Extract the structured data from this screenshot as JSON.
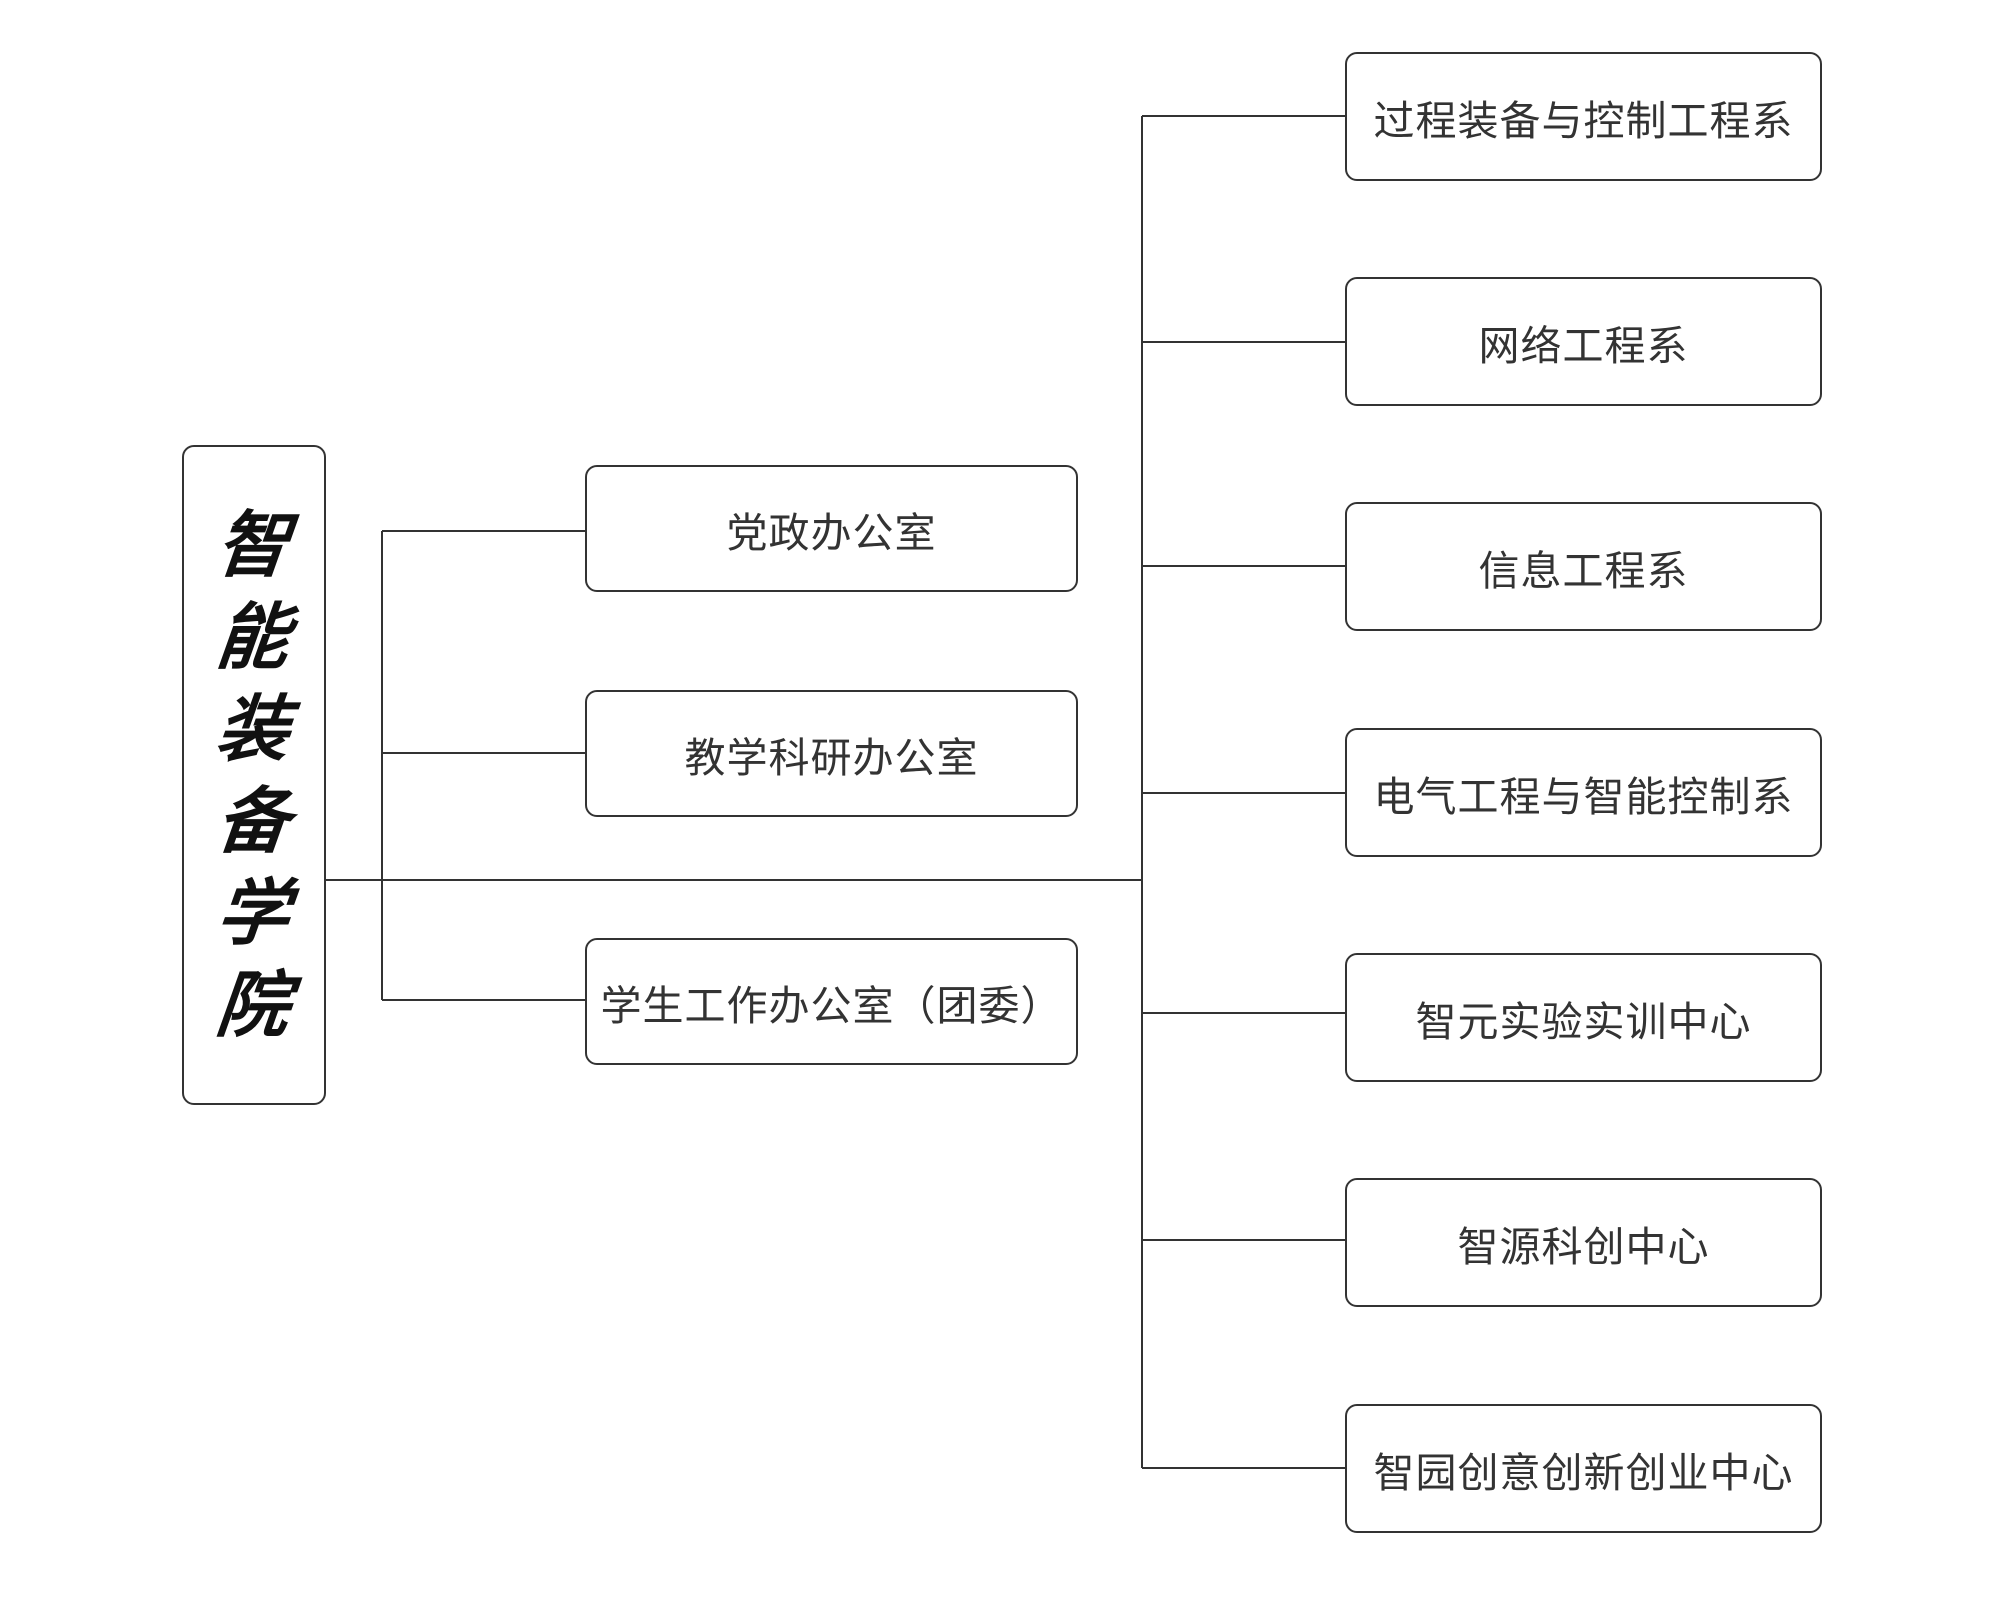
{
  "root": {
    "label": "智能装备学院",
    "chars": [
      "智",
      "能",
      "装",
      "备",
      "学",
      "院"
    ]
  },
  "offices": [
    {
      "label": "党政办公室"
    },
    {
      "label": "教学科研办公室"
    },
    {
      "label": "学生工作办公室（团委）"
    }
  ],
  "departments": [
    {
      "label": "过程装备与控制工程系"
    },
    {
      "label": "网络工程系"
    },
    {
      "label": "信息工程系"
    },
    {
      "label": "电气工程与智能控制系"
    },
    {
      "label": "智元实验实训中心"
    },
    {
      "label": "智源科创中心"
    },
    {
      "label": "智园创意创新创业中心"
    }
  ],
  "colors": {
    "line": "#333333",
    "text": "#333333",
    "background": "#ffffff"
  }
}
